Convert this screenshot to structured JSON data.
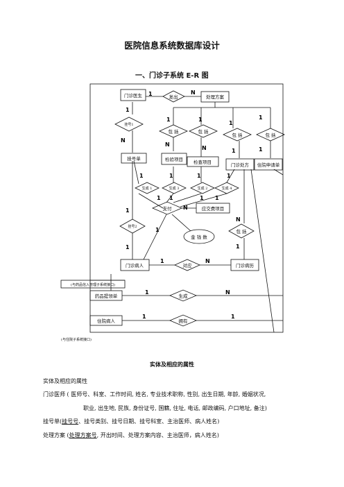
{
  "doc": {
    "title": "医院信息系统数据库设计",
    "subtitle": "一、门诊子系统  E-R 图",
    "section_title": "实体及相应的属性"
  },
  "diagram": {
    "entities": {
      "doctor": "门诊医生",
      "plan": "处理方案",
      "register_form": "挂号单",
      "check_item": "检验项目",
      "exam_item": "检查项目",
      "rx": "门诊处方",
      "admit_form": "住院申请单",
      "fee_item": "应交费项目",
      "patient": "门诊病人",
      "record": "门诊病历",
      "drug_form": "药品提领单",
      "inpatient": "住院病人"
    },
    "relationships": {
      "issue": "发出",
      "reg1": "挂号1",
      "include1": "包 括",
      "include2": "包 括",
      "include3": "包 括",
      "include4": "包 括",
      "gen1": "生成 1",
      "gen3": "生成 3",
      "gen2": "生成 2",
      "gen4": "生成 4",
      "pay": "支付",
      "reg2": "挂号2",
      "include5": "包 括",
      "corr": "对应",
      "gen_drug": "生成",
      "own": "拥有"
    },
    "attribute": "金 钱 数",
    "notes": {
      "drug_iface": "(与药品信入管理子系统接口)",
      "inpatient_iface": "(与住院子系统接口)"
    },
    "card": {
      "one": "1",
      "n": "N"
    }
  },
  "body": {
    "line1": "实体及相应的属性",
    "line2": "门诊医师 ( 医师号、科室、工作时间, 姓名, 专业技术职称, 性别, 出生日期, 年龄, 婚姻状况,",
    "line3": "职业, 出生地, 民族, 身份证号, 国籍, 住址, 电话, 邮政编码, 户口地址,  备注)",
    "line4_pre": "挂号单(",
    "line4_key": "挂号号",
    "line4_post": "、挂号类别、挂号日期、挂号科室、主治医师、病人姓名)",
    "line5_pre": "处理方案 (",
    "line5_key": "处理方案号",
    "line5_post": ", 开出时间、处理方案内容、主治医师，病人姓名)"
  }
}
